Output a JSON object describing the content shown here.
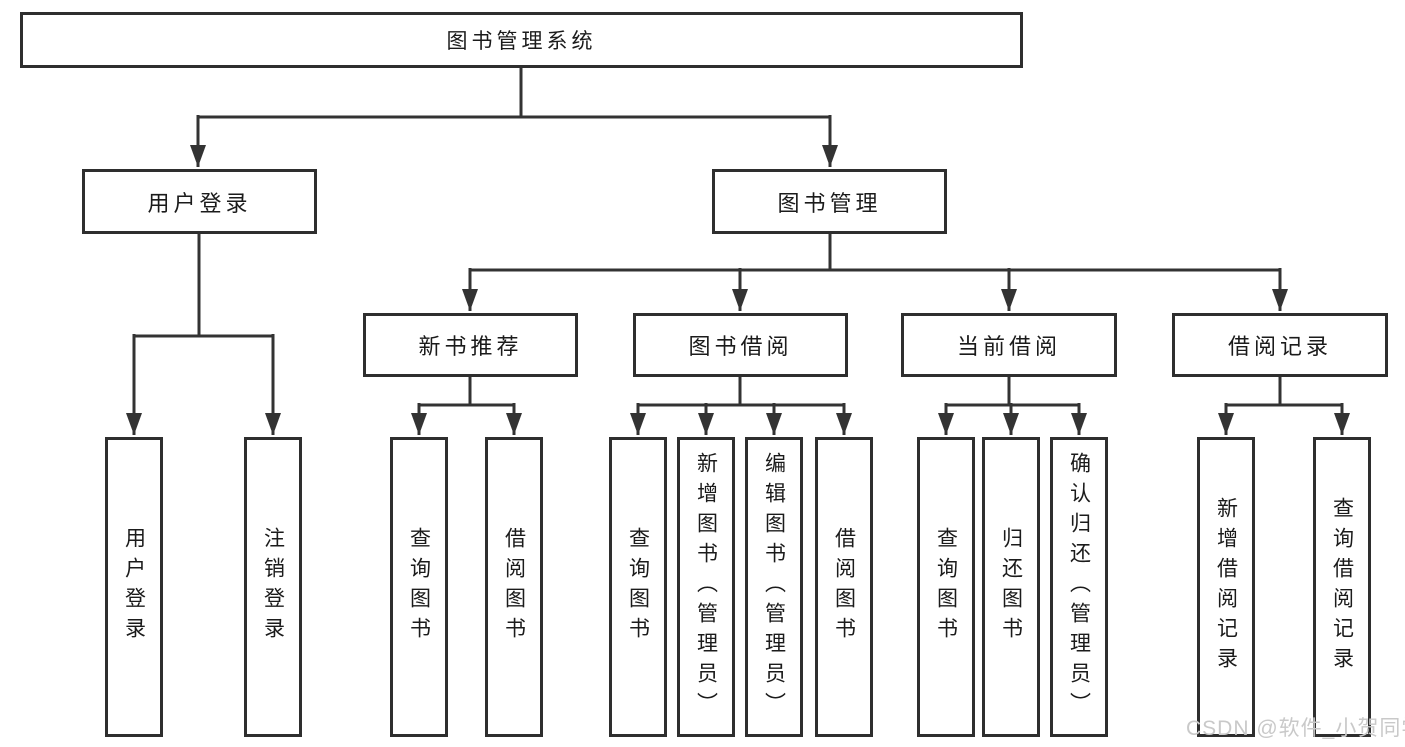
{
  "nodes": {
    "root": "图书管理系统",
    "login": "用户登录",
    "management": "图书管理",
    "login_children": [
      "用户登录",
      "注销登录"
    ],
    "sections": [
      "新书推荐",
      "图书借阅",
      "当前借阅",
      "借阅记录"
    ],
    "newbook_children": [
      "查询图书",
      "借阅图书"
    ],
    "borrow_children": [
      "查询图书",
      "新增图书（管理员）",
      "编辑图书（管理员）",
      "借阅图书"
    ],
    "current_children": [
      "查询图书",
      "归还图书",
      "确认归还（管理员）"
    ],
    "record_children": [
      "新增借阅记录",
      "查询借阅记录"
    ]
  },
  "watermark": "CSDN @软件_小贺同学",
  "colors": {
    "line": "#333333",
    "box_border": "#2e2e2e",
    "text": "#1b1b1b",
    "watermark": "#c9c9c9",
    "background": "#ffffff"
  }
}
